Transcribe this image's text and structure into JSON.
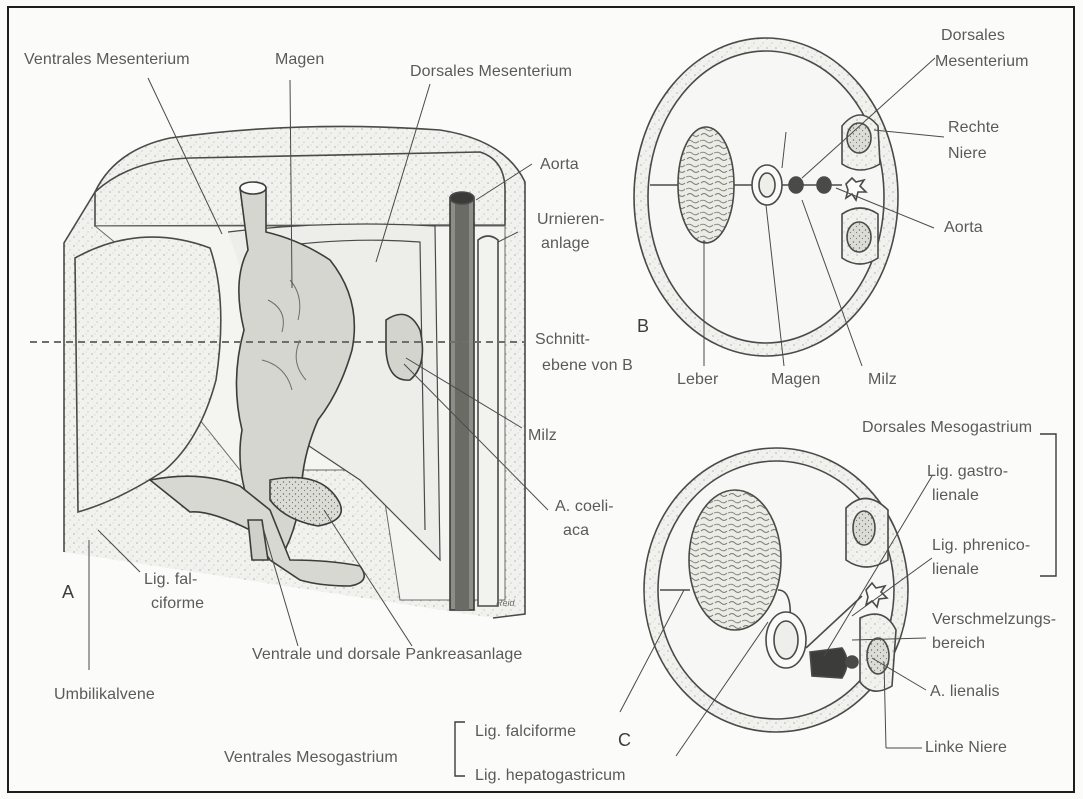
{
  "colors": {
    "ink": "#4a4a48",
    "label": "#5a5a58",
    "tissue": "#eeeeea",
    "cavity": "#f7f7f5",
    "organ_shade": "#d9d9d4",
    "aorta_dark": "#5b5b58",
    "dash_line": "#6e6e6a"
  },
  "panels": {
    "a": "A",
    "b": "B",
    "c": "C"
  },
  "panel_a": {
    "ventrales_mesenterium": "Ventrales Mesenterium",
    "magen": "Magen",
    "dorsales_mesenterium": "Dorsales Mesenterium",
    "aorta": "Aorta",
    "urnierenanlage_1": "Urnieren-",
    "urnierenanlage_2": "anlage",
    "schnitt_1": "Schnitt-",
    "schnitt_2": "ebene von B",
    "milz": "Milz",
    "coeliaca_1": "A. coeli-",
    "coeliaca_2": "aca",
    "falciforme_1": "Lig. fal-",
    "falciforme_2": "ciforme",
    "pankreas": "Ventrale und dorsale Pankreasanlage",
    "umbilikalvene": "Umbilikalvene",
    "signature": "Reid"
  },
  "panel_b": {
    "dorsales_1": "Dorsales",
    "dorsales_2": "Mesenterium",
    "niere_1": "Rechte",
    "niere_2": "Niere",
    "aorta": "Aorta",
    "leber": "Leber",
    "magen": "Magen",
    "milz": "Milz"
  },
  "panel_c": {
    "dorsales_mesogastrium": "Dorsales Mesogastrium",
    "gastro_1": "Lig. gastro-",
    "gastro_2": "lienale",
    "phrenico_1": "Lig. phrenico-",
    "phrenico_2": "lienale",
    "verschmelzung_1": "Verschmelzungs-",
    "verschmelzung_2": "bereich",
    "lienalis": "A. lienalis",
    "linke_niere": "Linke Niere",
    "ventrales_mesogastrium": "Ventrales Mesogastrium",
    "falciforme": "Lig. falciforme",
    "hepatogastricum": "Lig. hepatogastricum"
  }
}
